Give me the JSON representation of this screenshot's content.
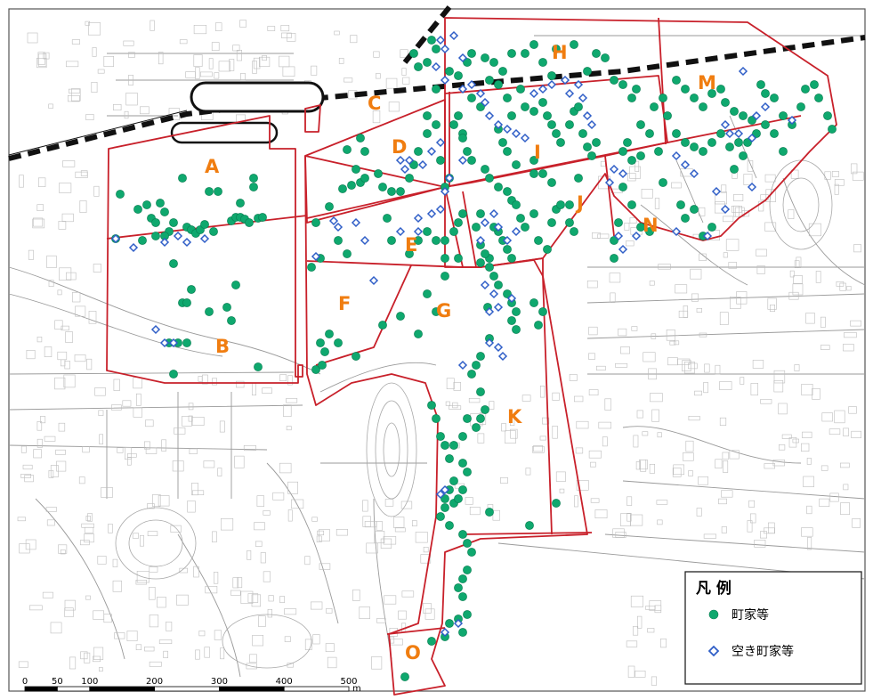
{
  "map": {
    "colors": {
      "district_line": "#c8202a",
      "label": "#f07d10",
      "machiya": "#0fa86e",
      "vacant": "#2f5ec7",
      "street": "#9a9a9a",
      "railway": "#111111"
    },
    "zones": [
      {
        "id": "A",
        "label": "A"
      },
      {
        "id": "B",
        "label": "B"
      },
      {
        "id": "C",
        "label": "C"
      },
      {
        "id": "D",
        "label": "D"
      },
      {
        "id": "E",
        "label": "E"
      },
      {
        "id": "F",
        "label": "F"
      },
      {
        "id": "G",
        "label": "G"
      },
      {
        "id": "H",
        "label": "H"
      },
      {
        "id": "I",
        "label": "I"
      },
      {
        "id": "J",
        "label": "J"
      },
      {
        "id": "K",
        "label": "K"
      },
      {
        "id": "M",
        "label": "M"
      },
      {
        "id": "N",
        "label": "N"
      },
      {
        "id": "O",
        "label": "O"
      }
    ],
    "legend": {
      "title": "凡 例",
      "items": [
        {
          "label": "町家等",
          "symbol": "green-circle-icon"
        },
        {
          "label": "空き町家等",
          "symbol": "blue-diamond-icon"
        }
      ]
    },
    "scale_bar": {
      "ticks": [
        "0",
        "50",
        "100",
        "200",
        "300",
        "400",
        "500"
      ],
      "unit": "m"
    }
  }
}
